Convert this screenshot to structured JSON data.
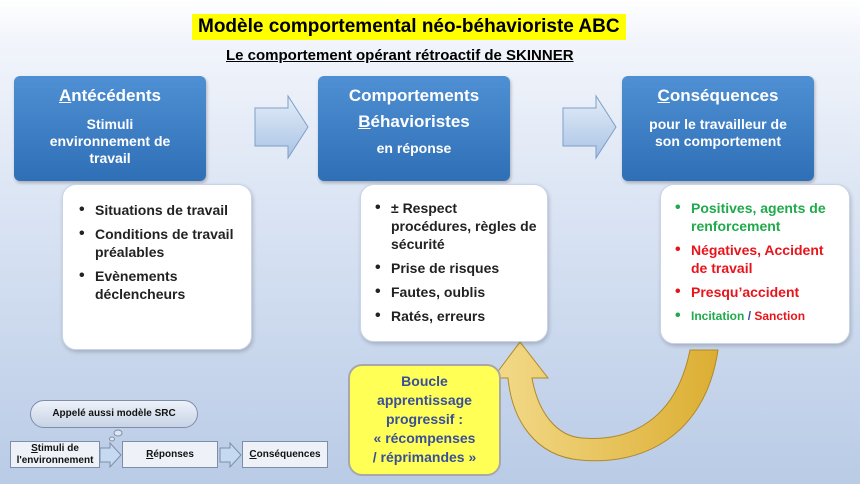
{
  "title": "Modèle comportemental néo-béhavioriste ABC",
  "subtitle": "Le comportement opérant rétroactif de SKINNER",
  "boxes": {
    "antecedents": {
      "title_first": "A",
      "title_rest": "ntécédents",
      "sub_line1": "Stimuli",
      "sub_line2": "environnement de",
      "sub_line3": "travail"
    },
    "comportements": {
      "title_line1": "Comportements",
      "title_line2_first": "B",
      "title_line2_rest": "éhavioristes",
      "sub": "en réponse"
    },
    "consequences": {
      "title_first": "C",
      "title_rest": "onséquences",
      "sub_line1": "pour le travailleur de",
      "sub_line2": "son comportement"
    }
  },
  "lists": {
    "antecedents": [
      "Situations de travail",
      "Conditions de travail préalables",
      "Evènements déclencheurs"
    ],
    "comportements": [
      "± Respect procédures, règles de sécurité",
      "Prise de risques",
      "Fautes, oublis",
      "Ratés, erreurs"
    ],
    "consequences": {
      "positive": "Positives, agents de renforcement",
      "negative": "Négatives, Accident de travail",
      "near_miss": "Presqu’accident",
      "incitation": "Incitation",
      "slash": "/",
      "sanction": "Sanction"
    }
  },
  "speech": {
    "line1": "Boucle",
    "line2": "apprentissage",
    "line3": "progressif :",
    "line4": "« récompenses",
    "line5": "/ réprimandes »"
  },
  "mini": {
    "cloud": "Appelé aussi modèle SRC",
    "box1_first": "S",
    "box1_rest": "timuli de",
    "box1_line2": "l'environnement",
    "box2_first": "R",
    "box2_rest": "éponses",
    "box3_first": "C",
    "box3_rest": "onséquences"
  },
  "colors": {
    "box_blue": "#2f6fb6",
    "arrow_fill": "#c5d9f1",
    "positive": "#1faa4b",
    "negative": "#e8141b",
    "speech_bg": "#ffff55",
    "loop_arrow": "#e8c14e",
    "title_highlight": "#ffff00"
  }
}
